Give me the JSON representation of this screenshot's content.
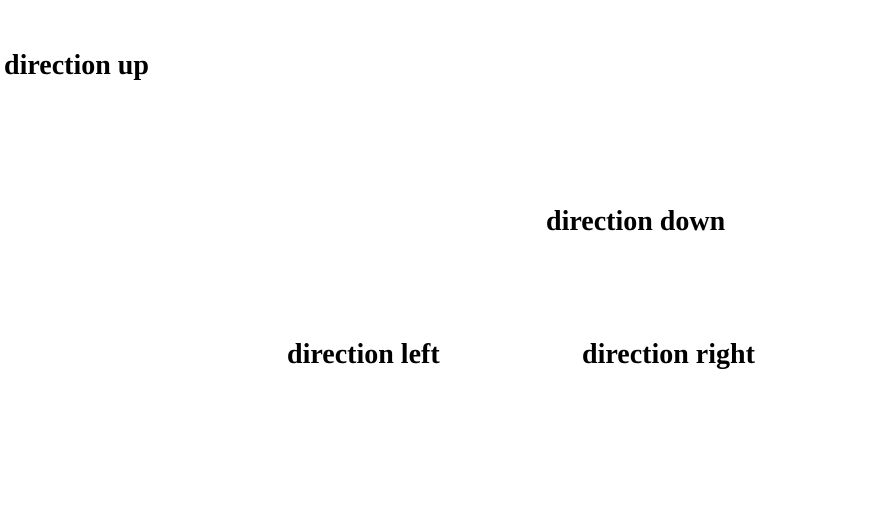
{
  "labels": {
    "up": "direction up",
    "down": "direction down",
    "left": "direction left",
    "right": "direction right"
  }
}
